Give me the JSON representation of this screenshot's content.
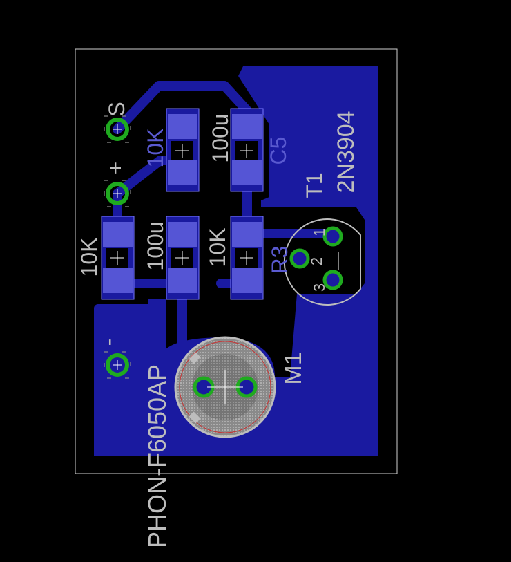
{
  "board": {
    "colors": {
      "background": "#000000",
      "copper": "#1a1aa0",
      "pad": "#5555d5",
      "pad_highlight": "#7a7aff",
      "via_ring": "#1faa1f",
      "silkscreen": "#bdbdbd",
      "drill": "#ffffff",
      "outline": "#d0d0d0",
      "mic_center": "#c83232"
    }
  },
  "labels": {
    "top_s": "S",
    "plus": "+",
    "minus": "-",
    "r_top": "10K",
    "c_top": "100u",
    "c5": "C5",
    "r_left": "10K",
    "c_mid": "100u",
    "r_mid": "10K",
    "r3": "R3",
    "t1": "T1",
    "t1_part": "2N3904",
    "pin1": "1",
    "pin2": "2",
    "pin3": "3",
    "m1": "M1",
    "mic_part": "PHON-F6050AP"
  }
}
